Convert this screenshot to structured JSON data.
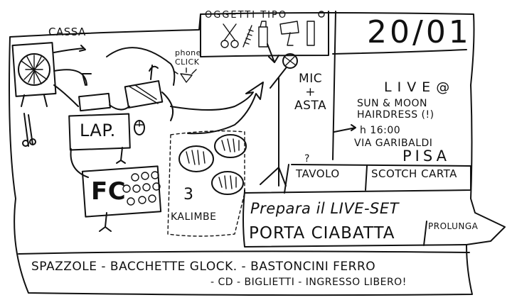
{
  "labels": {
    "cassa": "CASSA",
    "oggetti_tipo": "OGGETTI TIPO",
    "phone_click": "phone\nCLICK",
    "lap": "LAP.",
    "fc": "FC",
    "kalimbe_count": "3",
    "kalimbe": "KALIMBE",
    "mic_asta": "MIC\n+\nASTA",
    "tavolo_q": "?",
    "tavolo": "TAVOLO",
    "scotch": "SCOTCH CARTA"
  },
  "event": {
    "date": "20/01",
    "live": "LIVE@",
    "venue": "SUN & MOON\nHAIRDRESS (!)",
    "time": "h 16:00",
    "street": "VIA GARIBALDI",
    "city": "PISA"
  },
  "todo": {
    "prepara": "Prepara il LIVE-SET",
    "porta": "PORTA CIABATTA",
    "prolunga": "PROLUNGA"
  },
  "bring": {
    "line1": "SPAZZOLE - BACCHETTE GLOCK. - BASTONCINI FERRO",
    "line2": "- CD - BIGLIETTI - INGRESSO LIBERO!"
  },
  "icons": [
    "speaker-icon",
    "scissors-icon",
    "comb-icon",
    "spray-icon",
    "hairdryer-icon",
    "razor-icon",
    "microphone-icon",
    "phone-icon",
    "mouse-icon",
    "mic-stand-icon",
    "kalimba-icon",
    "drumsticks-icon",
    "arrow-icon"
  ]
}
